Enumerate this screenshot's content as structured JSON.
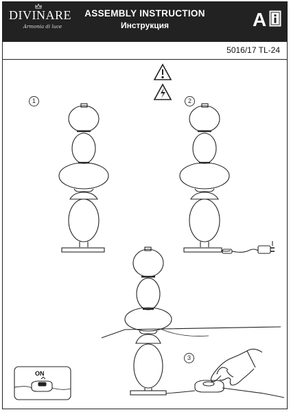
{
  "header": {
    "brand": "DIVINARE",
    "brand_tagline": "Armonia di luce",
    "title_en": "ASSEMBLY INSTRUCTION",
    "title_ru": "Инструкция",
    "section_letter": "A",
    "book_icon": "instruction-book-icon"
  },
  "model": "5016/17 TL-24",
  "steps": {
    "one": "1",
    "two": "2",
    "three": "3"
  },
  "switch": {
    "label": "ON"
  },
  "icons": [
    "warning-triangle-icon",
    "electric-hazard-icon",
    "power-switch-icon",
    "power-plug-icon",
    "hand-icon"
  ]
}
